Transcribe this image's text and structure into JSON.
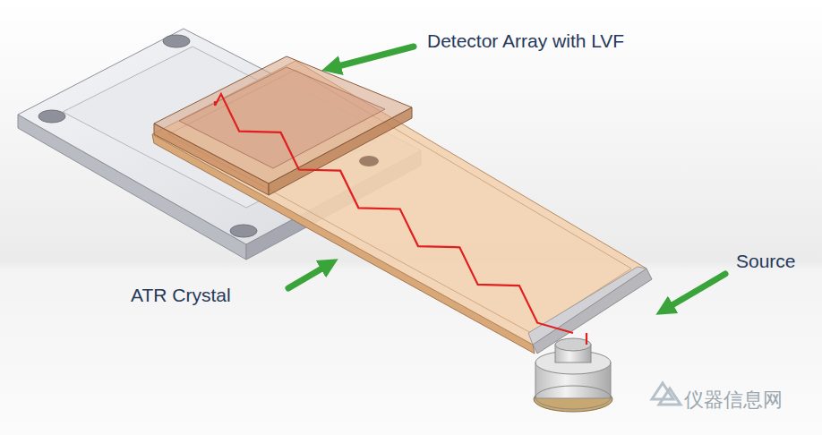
{
  "diagram": {
    "labels": [
      "Detector Array with LVF",
      "ATR Crystal",
      "Source",
      "仪器信息网"
    ]
  }
}
